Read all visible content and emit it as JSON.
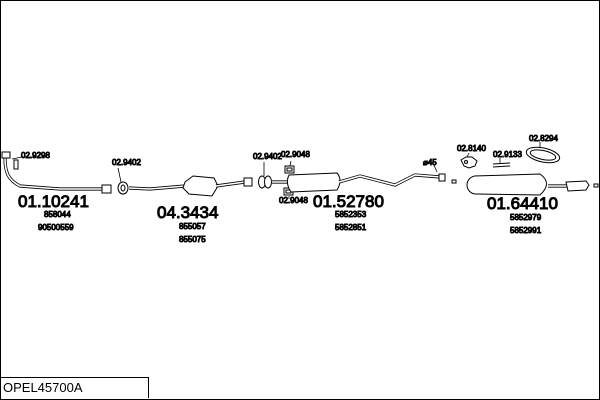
{
  "diagram": {
    "code": "OPEL45700A",
    "parts": [
      {
        "number": "01.10241",
        "refs": [
          "858044",
          "90500559"
        ]
      },
      {
        "number": "04.3434",
        "refs": [
          "855057",
          "855075"
        ]
      },
      {
        "number": "01.52780",
        "refs": [
          "5852353",
          "5852851"
        ]
      },
      {
        "number": "01.64410",
        "refs": [
          "5852979",
          "5852991"
        ]
      }
    ],
    "callouts": {
      "c1": "02.9298",
      "c2": "02.9402",
      "c3": "02.9402",
      "c4": "02.9048",
      "c5": "02.9048",
      "c6": "02.8140",
      "c7": "02.9133",
      "c8": "02.8294",
      "diam": "⌀45"
    }
  }
}
